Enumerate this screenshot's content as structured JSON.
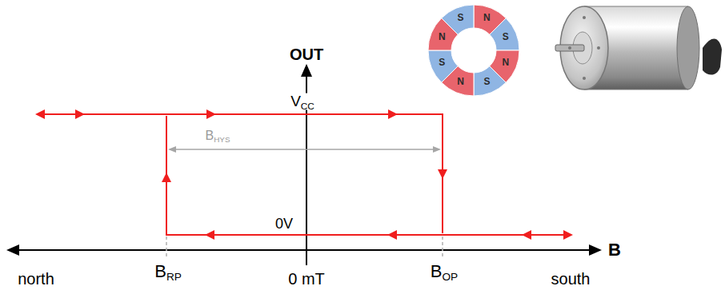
{
  "diagram": {
    "labels": [
      "OUT",
      "V",
      "CC",
      "0V",
      "B",
      "HYS",
      "north",
      "B",
      "RP",
      "0 mT",
      "B",
      "OP",
      "south",
      "B",
      "N",
      "S",
      "N",
      "S",
      "N",
      "S",
      "N",
      "S"
    ]
  }
}
